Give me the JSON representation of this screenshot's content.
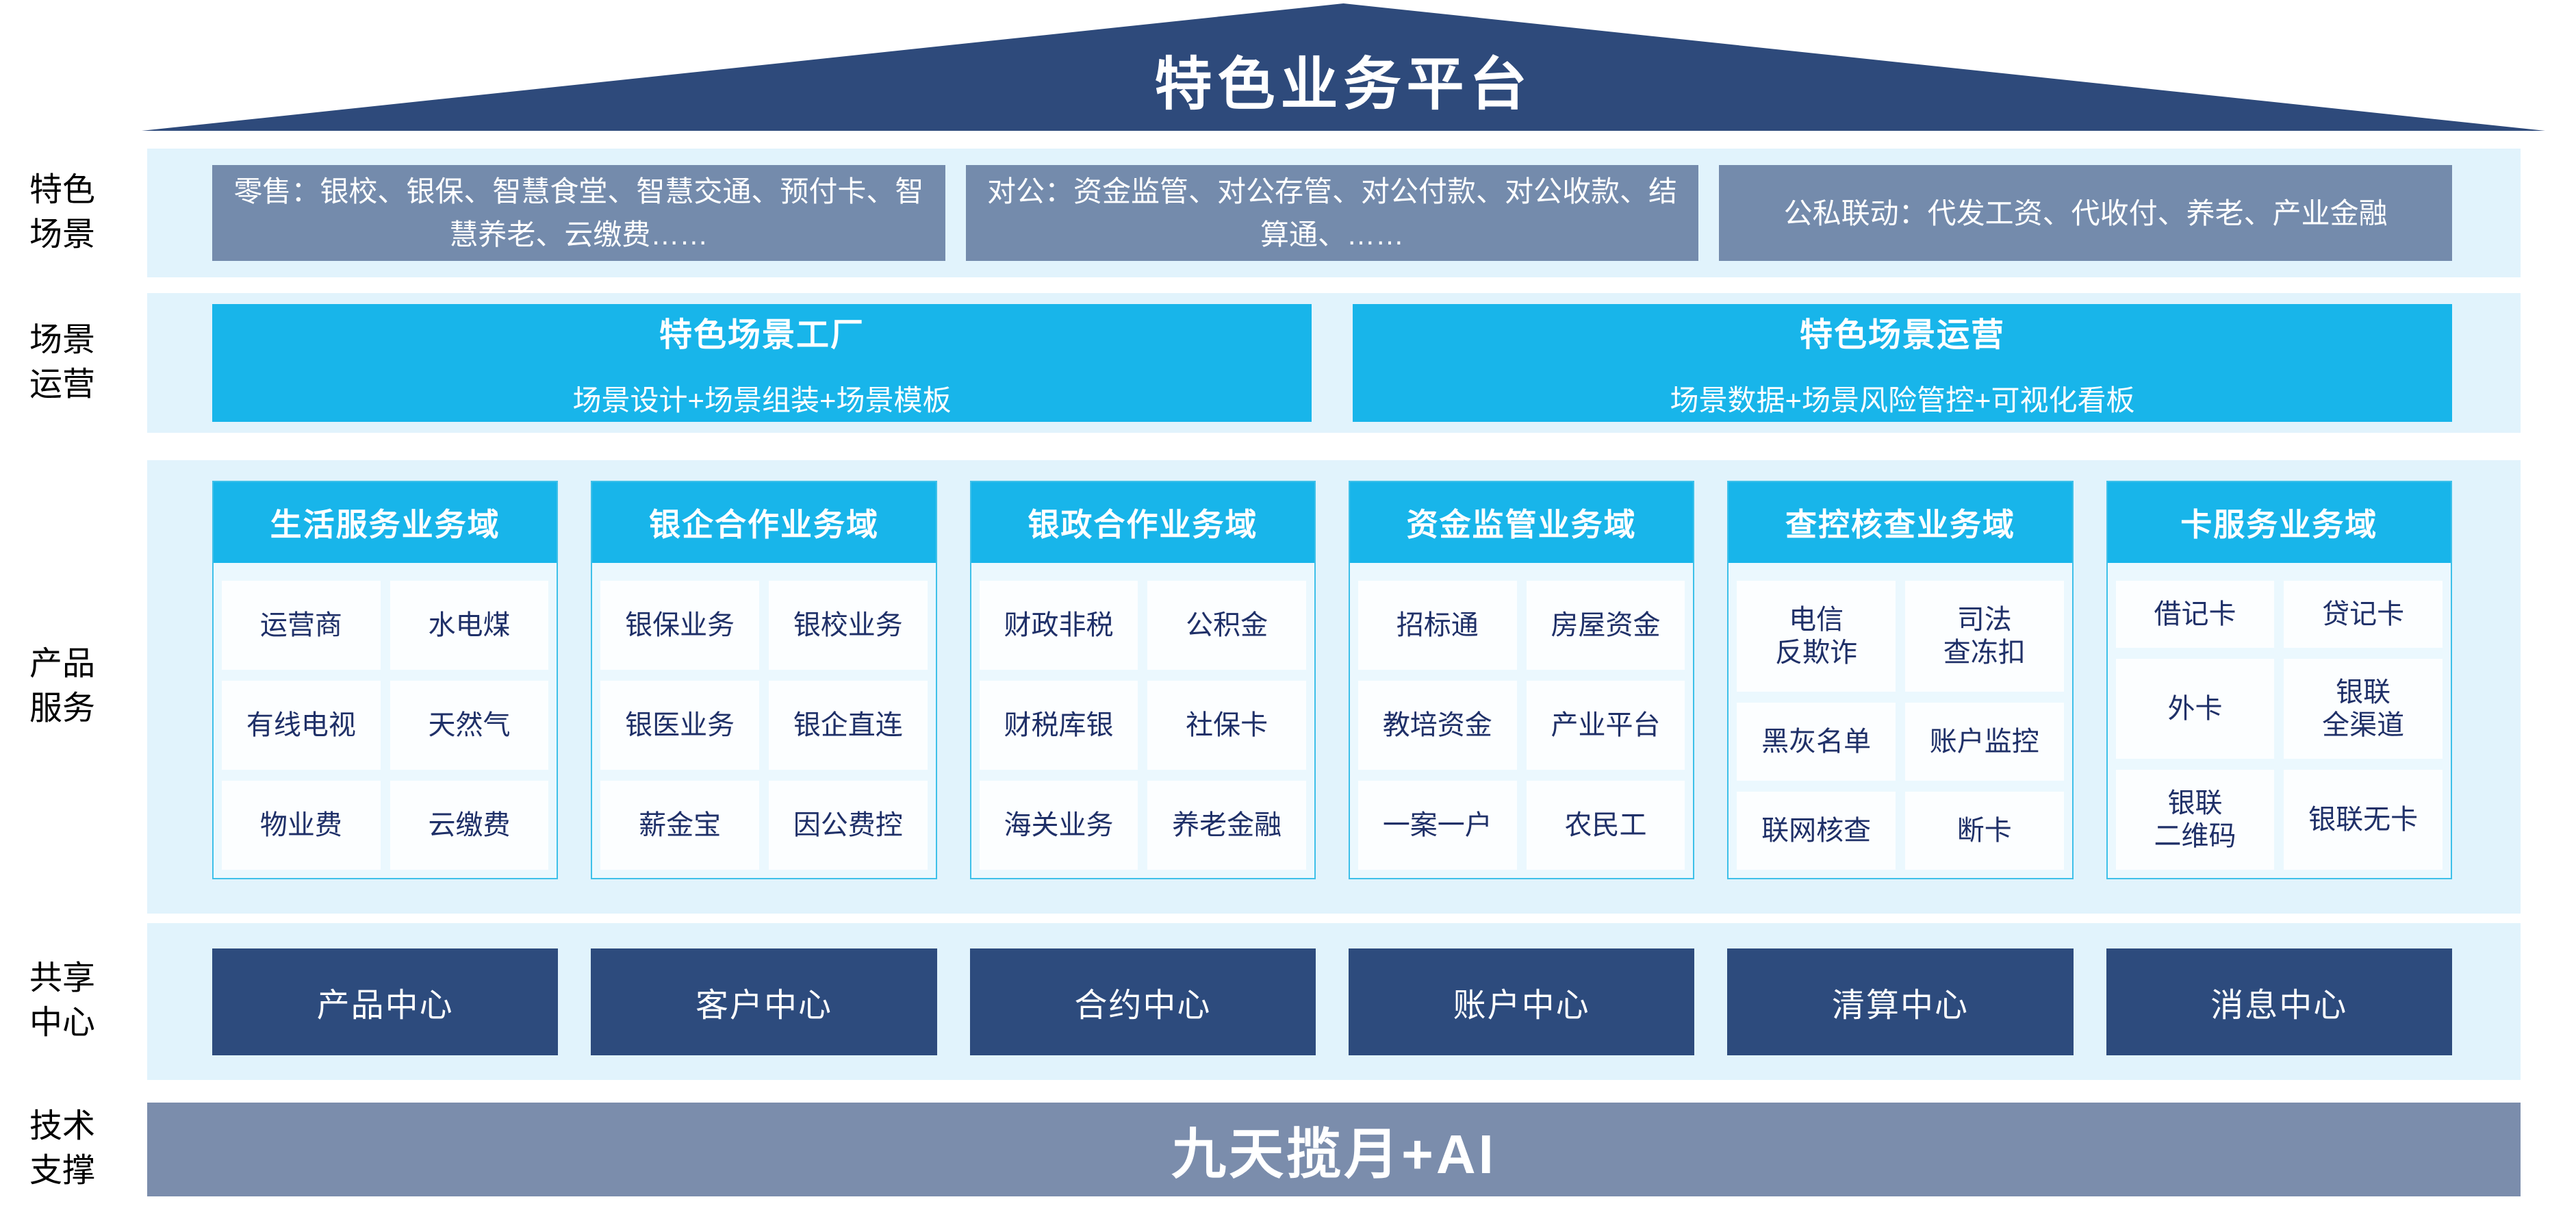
{
  "title": "特色业务平台",
  "left_labels": [
    "特色\n场景",
    "场景\n运营",
    "产品\n服务",
    "共享\n中心",
    "技术\n支撑"
  ],
  "scenario_row": [
    "零售：银校、银保、智慧食堂、智慧交通、预付卡、智慧养老、云缴费……",
    "对公：资金监管、对公存管、对公付款、对公收款、结算通、……",
    "公私联动：代发工资、代收付、养老、产业金融"
  ],
  "operation_row": [
    {
      "title": "特色场景工厂",
      "subtitle": "场景设计+场景组装+场景模板"
    },
    {
      "title": "特色场景运营",
      "subtitle": "场景数据+场景风险管控+可视化看板"
    }
  ],
  "product_columns": [
    {
      "header": "生活服务业务域",
      "cells": [
        "运营商",
        "水电煤",
        "有线电视",
        "天然气",
        "物业费",
        "云缴费"
      ]
    },
    {
      "header": "银企合作业务域",
      "cells": [
        "银保业务",
        "银校业务",
        "银医业务",
        "银企直连",
        "薪金宝",
        "因公费控"
      ]
    },
    {
      "header": "银政合作业务域",
      "cells": [
        "财政非税",
        "公积金",
        "财税库银",
        "社保卡",
        "海关业务",
        "养老金融"
      ]
    },
    {
      "header": "资金监管业务域",
      "cells": [
        "招标通",
        "房屋资金",
        "教培资金",
        "产业平台",
        "一案一户",
        "农民工"
      ]
    },
    {
      "header": "查控核查业务域",
      "cells": [
        "电信\n反欺诈",
        "司法\n查冻扣",
        "黑灰名单",
        "账户监控",
        "联网核查",
        "断卡"
      ]
    },
    {
      "header": "卡服务业务域",
      "cells": [
        "借记卡",
        "贷记卡",
        "外卡",
        "银联\n全渠道",
        "银联\n二维码",
        "银联无卡"
      ]
    }
  ],
  "shared_centers": [
    "产品中心",
    "客户中心",
    "合约中心",
    "账户中心",
    "清算中心",
    "消息中心"
  ],
  "tech_bar": "九天揽月+AI",
  "colors": {
    "roof_navy": "#2E4A7B",
    "band_light_blue": "#E1F3FC",
    "scenario_slate": "#748BAC",
    "accent_cyan": "#18B5EA",
    "column_fill": "#EBF8FE",
    "column_border": "#3EC0E9",
    "cell_text_navy": "#1F3068",
    "center_navy": "#2D4B7D",
    "tech_bar_slate": "#7B8DAC"
  }
}
